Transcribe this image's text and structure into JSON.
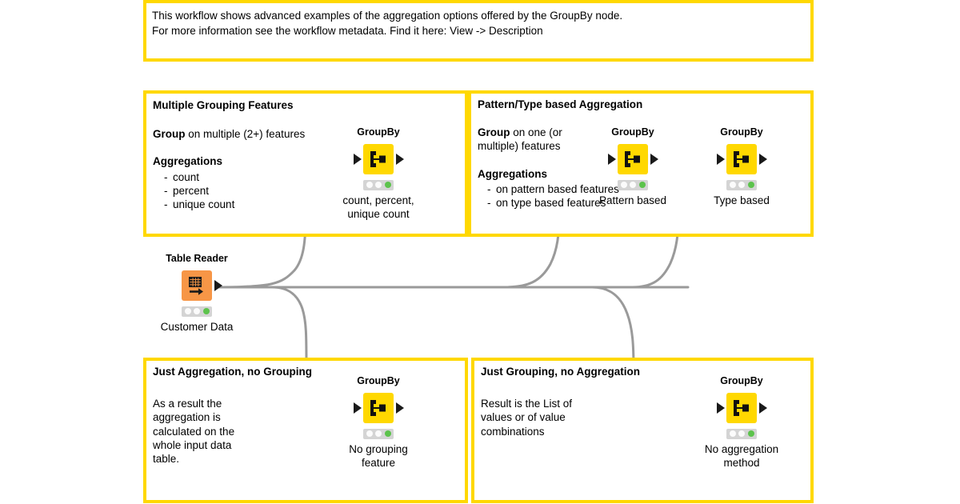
{
  "theme": {
    "frame_border": "#FFD800",
    "node_yellow": "#FFD800",
    "reader_orange": "#F79646",
    "wire_gray": "#9a9a9a",
    "led_green": "#5CC34C",
    "background": "#FFFFFF"
  },
  "description_box": {
    "lines": [
      "This workflow shows advanced examples of the aggregation options offered by the GroupBy node.",
      "For more information see the workflow metadata. Find it here: View -> Description"
    ]
  },
  "frames": {
    "multiple_grouping": {
      "title": "Multiple Grouping Features",
      "group_label": "Group",
      "group_text": " on multiple (2+) features",
      "aggregations_label": "Aggregations",
      "aggregations": [
        "count",
        "percent",
        "unique count"
      ]
    },
    "pattern_type": {
      "title": "Pattern/Type based Aggregation",
      "group_label": "Group",
      "group_text": " on one (or",
      "group_text2": "multiple) features",
      "aggregations_label": "Aggregations",
      "aggregations": [
        "on pattern based features",
        "on type based features"
      ]
    },
    "just_aggregation": {
      "title": "Just Aggregation, no Grouping",
      "body_lines": [
        "As a result the",
        "aggregation is",
        "calculated on the",
        "whole input data",
        "table."
      ]
    },
    "just_grouping": {
      "title": "Just Grouping, no Aggregation",
      "body_lines": [
        "Result is the List of",
        "values or of value",
        "combinations"
      ]
    }
  },
  "nodes": {
    "table_reader": {
      "title": "Table Reader",
      "label": "Customer Data",
      "icon": "table-reader-icon",
      "status": [
        "idle",
        "idle",
        "green"
      ]
    },
    "groupby_multiple": {
      "title": "GroupBy",
      "label_line1": "count, percent,",
      "label_line2": "unique count",
      "icon": "groupby-icon",
      "status": [
        "idle",
        "idle",
        "green"
      ]
    },
    "groupby_pattern": {
      "title": "GroupBy",
      "label_line1": "Pattern based",
      "label_line2": "",
      "icon": "groupby-icon",
      "status": [
        "idle",
        "idle",
        "green"
      ]
    },
    "groupby_type": {
      "title": "GroupBy",
      "label_line1": "Type based",
      "label_line2": "",
      "icon": "groupby-icon",
      "status": [
        "idle",
        "idle",
        "green"
      ]
    },
    "groupby_no_grouping": {
      "title": "GroupBy",
      "label_line1": "No grouping",
      "label_line2": "feature",
      "icon": "groupby-icon",
      "status": [
        "idle",
        "idle",
        "green"
      ]
    },
    "groupby_no_aggregation": {
      "title": "GroupBy",
      "label_line1": "No aggregation",
      "label_line2": "method",
      "icon": "groupby-icon",
      "status": [
        "idle",
        "idle",
        "green"
      ]
    }
  }
}
